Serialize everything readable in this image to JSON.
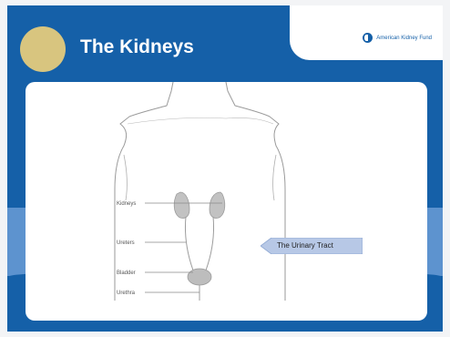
{
  "header": {
    "title": "The Kidneys"
  },
  "logo": {
    "text": "American Kidney Fund",
    "icon": "kidney-logo-icon"
  },
  "diagram": {
    "labels": {
      "kidneys": "Kidneys",
      "ureters": "Ureters",
      "bladder": "Bladder",
      "urethra": "Urethra"
    }
  },
  "callout": {
    "text": "The Urinary Tract"
  },
  "colors": {
    "primary_blue": "#1560a8",
    "band_blue": "#5d93cf",
    "title_circle": "#d8c57f",
    "callout_fill": "#b7c8e6"
  }
}
